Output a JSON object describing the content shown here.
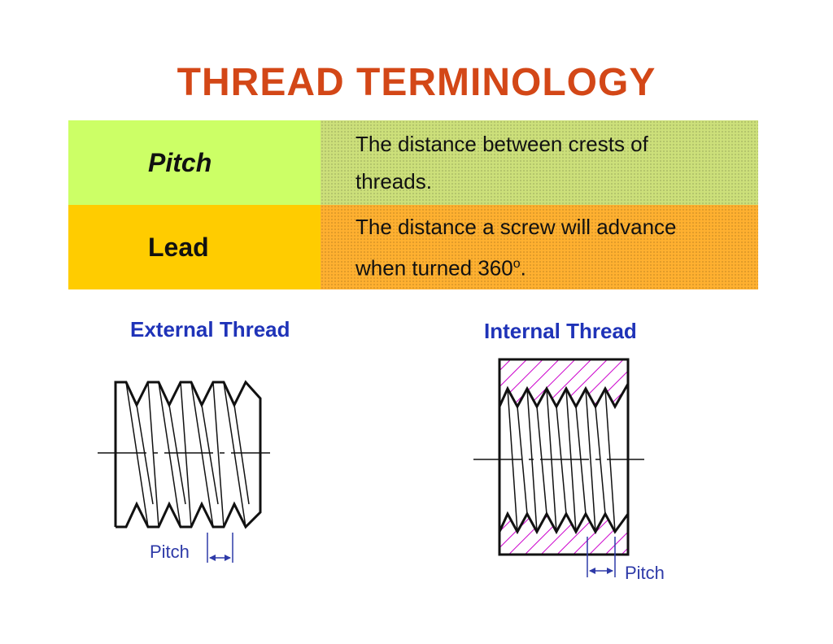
{
  "title": "THREAD  TERMINOLOGY",
  "definitions": [
    {
      "term": "Pitch",
      "description_line1": "The distance between crests of",
      "description_line2": "threads."
    },
    {
      "term": "Lead",
      "description_line1": "The distance a screw will advance",
      "description_line2": "when turned 360",
      "superscript": "o",
      "trailing": "."
    }
  ],
  "diagrams": {
    "external_label": "External Thread",
    "internal_label": "Internal Thread",
    "external_pitch": "Pitch",
    "internal_pitch": "Pitch"
  },
  "colors": {
    "title": "#D34717",
    "diagram_label": "#1F33B8",
    "pitch_term_bg": "#CCFF66",
    "lead_term_bg": "#FFCC00",
    "hatch": "#CC00CC"
  }
}
